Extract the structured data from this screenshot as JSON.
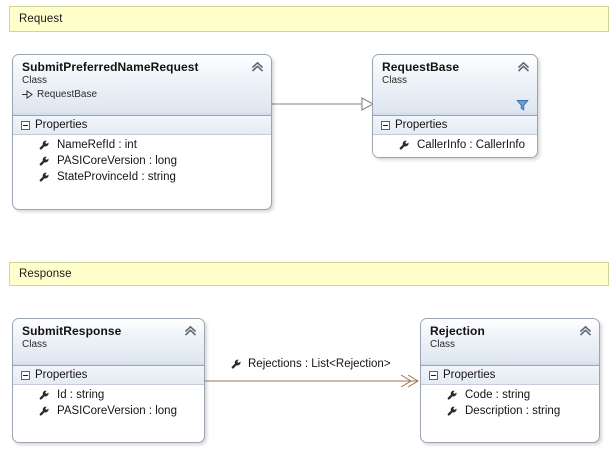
{
  "diagram": {
    "type": "uml-class-diagram",
    "background": "#ffffff",
    "banner_color": "#ffffcc",
    "banner_border": "#d4d49a",
    "inheritance_line_color": "#808080",
    "association_line_color": "#a0724a"
  },
  "banners": [
    {
      "label": "Request"
    },
    {
      "label": "Response"
    }
  ],
  "classes": [
    {
      "name": "SubmitPreferredNameRequest",
      "stereotype": "Class",
      "base_class": "RequestBase",
      "collapse_icon": "chevron-up-icon",
      "has_filter_icon": false,
      "compartment": "Properties",
      "members": [
        {
          "icon": "property-wrench-icon",
          "label": "NameRefId : int"
        },
        {
          "icon": "property-wrench-icon",
          "label": "PASICoreVersion : long"
        },
        {
          "icon": "property-wrench-icon",
          "label": "StateProvinceId : string"
        }
      ]
    },
    {
      "name": "RequestBase",
      "stereotype": "Class",
      "base_class": null,
      "collapse_icon": "chevron-up-icon",
      "has_filter_icon": true,
      "compartment": "Properties",
      "members": [
        {
          "icon": "property-wrench-icon",
          "label": "CallerInfo : CallerInfo"
        }
      ]
    },
    {
      "name": "SubmitResponse",
      "stereotype": "Class",
      "base_class": null,
      "collapse_icon": "chevron-up-icon",
      "has_filter_icon": false,
      "compartment": "Properties",
      "members": [
        {
          "icon": "property-wrench-icon",
          "label": "Id : string"
        },
        {
          "icon": "property-wrench-icon",
          "label": "PASICoreVersion : long"
        }
      ]
    },
    {
      "name": "Rejection",
      "stereotype": "Class",
      "base_class": null,
      "collapse_icon": "chevron-up-icon",
      "has_filter_icon": false,
      "compartment": "Properties",
      "members": [
        {
          "icon": "property-wrench-icon",
          "label": "Code : string"
        },
        {
          "icon": "property-wrench-icon",
          "label": "Description : string"
        }
      ]
    }
  ],
  "connectors": [
    {
      "kind": "inheritance",
      "from": "SubmitPreferredNameRequest",
      "to": "RequestBase",
      "label": ""
    },
    {
      "kind": "association",
      "from": "SubmitResponse",
      "to": "Rejection",
      "label": "Rejections : List<Rejection>",
      "icon": "property-wrench-icon"
    }
  ]
}
